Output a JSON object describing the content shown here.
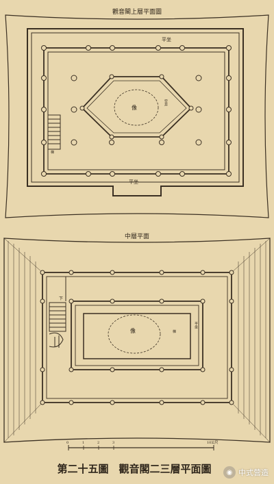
{
  "drawing": {
    "upper_title": "觀音閣上層平面圖",
    "middle_title": "中層平面",
    "caption": "第二十五圖　觀音閣二三層平面圖",
    "upper_labels": {
      "top_terrace": "平坐",
      "bottom_terrace": "平坐",
      "statue": "像",
      "side_note": "空井",
      "stair": "梯"
    },
    "middle_labels": {
      "stair": "下",
      "statue": "像",
      "small_mark": "梯",
      "side_note": "平坐"
    },
    "scale_ticks": [
      "0",
      "1",
      "2",
      "3",
      "10公尺"
    ]
  },
  "watermark": {
    "icon": "wechat-logo",
    "text": "中式营造"
  }
}
